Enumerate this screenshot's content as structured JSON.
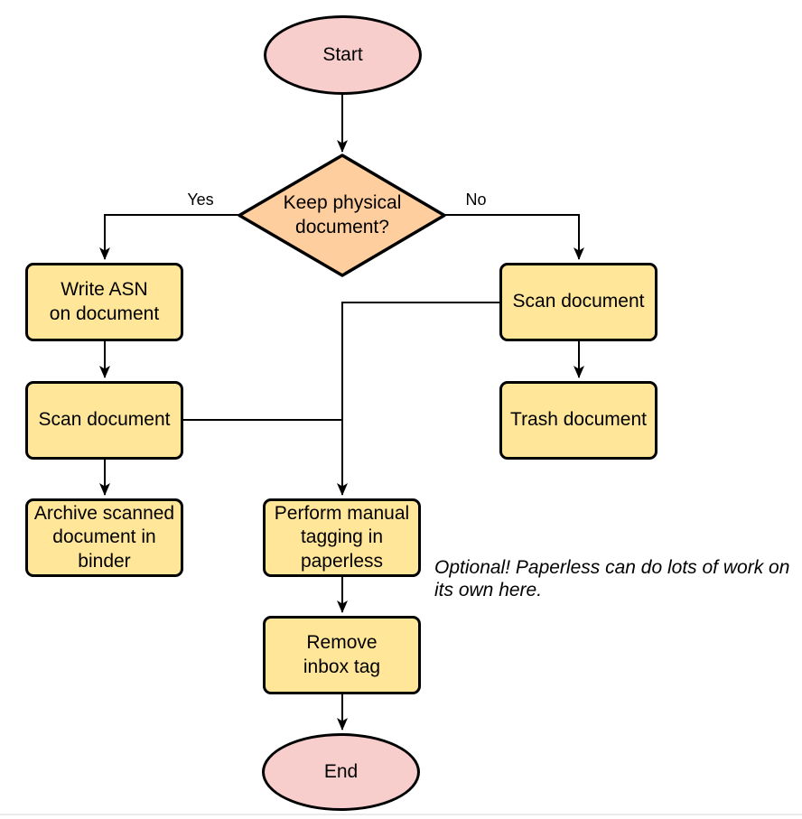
{
  "colors": {
    "terminal_fill": "#f8cecc",
    "decision_fill": "#ffce9e",
    "process_fill": "#ffe699",
    "stroke": "#000000",
    "background": "#ffffff"
  },
  "nodes": {
    "start": {
      "label": "Start",
      "type": "terminal"
    },
    "decision": {
      "label": "Keep physical\ndocument?",
      "type": "decision"
    },
    "write_asn": {
      "label": "Write ASN\non document",
      "type": "process"
    },
    "scan_left": {
      "label": "Scan document",
      "type": "process"
    },
    "archive": {
      "label": "Archive scanned\ndocument in\nbinder",
      "type": "process"
    },
    "scan_right": {
      "label": "Scan document",
      "type": "process"
    },
    "trash": {
      "label": "Trash document",
      "type": "process"
    },
    "tagging": {
      "label": "Perform manual\ntagging in\npaperless",
      "type": "process"
    },
    "remove_inbox": {
      "label": "Remove\ninbox tag",
      "type": "process"
    },
    "end": {
      "label": "End",
      "type": "terminal"
    }
  },
  "edge_labels": {
    "yes": "Yes",
    "no": "No"
  },
  "annotation": {
    "text": "Optional! Paperless can do lots of work on\nits own here."
  }
}
